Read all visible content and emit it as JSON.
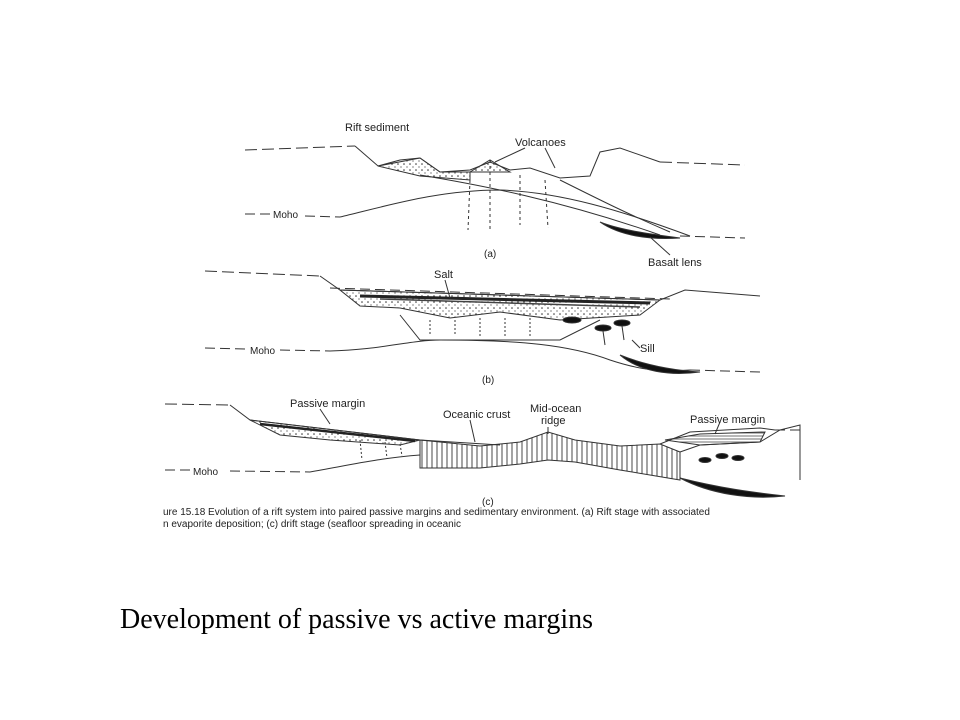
{
  "panel_a": {
    "label": "(a)",
    "labels": {
      "sediment": "Rift sediment",
      "volcanoes": "Volcanoes",
      "moho": "Moho",
      "basalt": "Basalt lens"
    }
  },
  "panel_b": {
    "label": "(b)",
    "labels": {
      "salt": "Salt",
      "moho": "Moho",
      "sill": "Sill"
    }
  },
  "panel_c": {
    "label": "(c)",
    "labels": {
      "passive_left": "Passive margin",
      "oceanic": "Oceanic crust",
      "ridge_line1": "Mid-ocean",
      "ridge_line2": "ridge",
      "passive_right": "Passive margin",
      "moho": "Moho"
    }
  },
  "figure_caption": {
    "line1": "ure 15.18   Evolution of a rift system into paired passive margins and sedimentary environment. (a) Rift stage with associated",
    "line2": "n evaporite deposition; (c) drift stage (seafloor spreading in oceanic"
  },
  "slide_caption": "Development of passive vs active margins"
}
